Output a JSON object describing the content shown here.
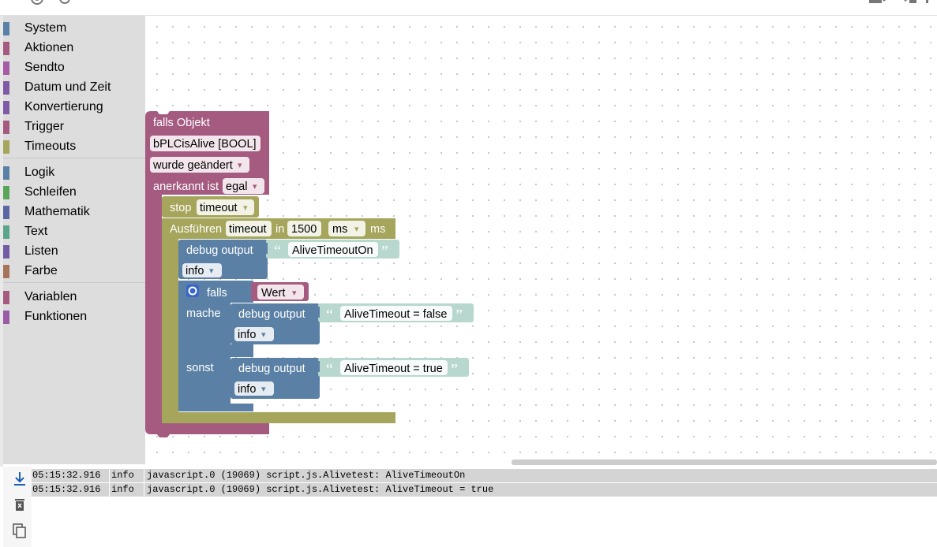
{
  "toolbox": {
    "categories": [
      {
        "label": "System",
        "color": "#5b80a5"
      },
      {
        "label": "Aktionen",
        "color": "#a55b80"
      },
      {
        "label": "Sendto",
        "color": "#a55ba5"
      },
      {
        "label": "Datum und Zeit",
        "color": "#805ba5"
      },
      {
        "label": "Konvertierung",
        "color": "#805ba5"
      },
      {
        "label": "Trigger",
        "color": "#a55b80"
      },
      {
        "label": "Timeouts",
        "color": "#a5a55b"
      },
      {
        "label": "Logik",
        "color": "#5b80a5"
      },
      {
        "label": "Schleifen",
        "color": "#5ba55b"
      },
      {
        "label": "Mathematik",
        "color": "#5b67a5"
      },
      {
        "label": "Text",
        "color": "#5ba58c"
      },
      {
        "label": "Listen",
        "color": "#745ba5"
      },
      {
        "label": "Farbe",
        "color": "#a5745b"
      },
      {
        "label": "Variablen",
        "color": "#a55b80"
      },
      {
        "label": "Funktionen",
        "color": "#995ba5"
      }
    ]
  },
  "blocks": {
    "trigger": {
      "title": "falls Objekt",
      "object": "bPLCisAlive [BOOL]",
      "condition": "wurde geändert",
      "ack_label": "anerkannt ist",
      "ack_value": "egal"
    },
    "stop": {
      "label": "stop",
      "name": "timeout"
    },
    "timeout": {
      "run_label": "Ausführen",
      "name": "timeout",
      "in_label": "in",
      "value": "1500",
      "unit_select": "ms",
      "unit_label": "ms"
    },
    "debug1": {
      "label": "debug output",
      "text": "AliveTimeoutOn",
      "level": "info"
    },
    "if": {
      "falls_label": "falls",
      "var": "Wert",
      "mache_label": "mache",
      "sonst_label": "sonst"
    },
    "debug2": {
      "label": "debug output",
      "text": "AliveTimeout = false",
      "level": "info"
    },
    "debug3": {
      "label": "debug output",
      "text": "AliveTimeout = true",
      "level": "info"
    },
    "quote_open": "“",
    "quote_close": "”",
    "dropdown_arrow": "▾",
    "colors": {
      "trigger": "#a55b80",
      "timeout": "#a5a55b",
      "logic": "#5b80a5",
      "text": "#5ba58c",
      "variable": "#a55b80"
    }
  },
  "log": {
    "rows": [
      {
        "time": "05:15:32.916",
        "level": "info",
        "message": "javascript.0 (19069) script.js.Alivetest: AliveTimeoutOn"
      },
      {
        "time": "05:15:32.916",
        "level": "info",
        "message": "javascript.0 (19069) script.js.Alivetest: AliveTimeout = true"
      }
    ]
  }
}
